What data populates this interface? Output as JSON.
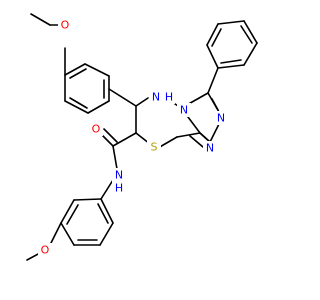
{
  "structure": {
    "atom_labels": {
      "O_ethoxy": "O",
      "NH_ring": "N",
      "H_ring": "H",
      "N_bridge": "N",
      "N_triazole_upper": "N",
      "N_triazole_lower": "N",
      "S_ring": "S",
      "O_carbonyl": "O",
      "N_amide": "N",
      "H_amide": "H",
      "O_methoxy": "O"
    },
    "colors": {
      "bond": "#000000",
      "oxygen": "#ff0000",
      "nitrogen": "#0000ff",
      "sulfur": "#b5a000",
      "background": "#ffffff"
    }
  }
}
